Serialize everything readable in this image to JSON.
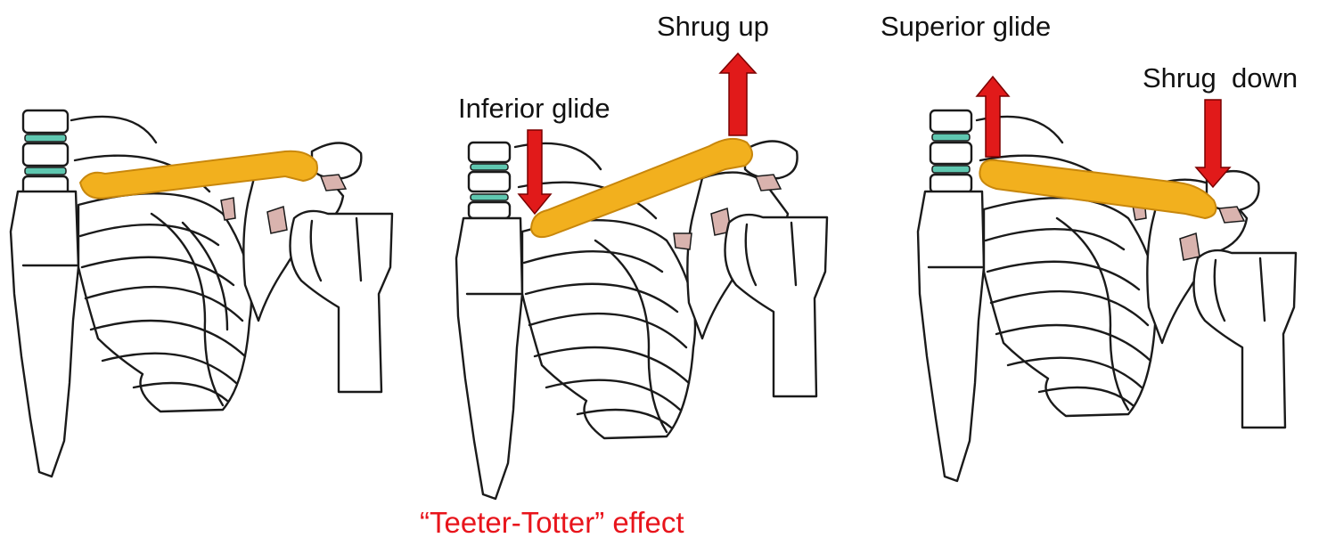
{
  "labels": {
    "shrug_up": "Shrug up",
    "inferior_glide": "Inferior glide",
    "superior_glide": "Superior glide",
    "shrug_down": "Shrug  down"
  },
  "caption": {
    "text": "“Teeter-Totter” effect",
    "color": "#e8141b"
  },
  "colors": {
    "clavicle": "#f2b01e",
    "arrow": "#e11a1a",
    "disc": "#5fc7b0",
    "cartilage": "#d9b3ae"
  }
}
